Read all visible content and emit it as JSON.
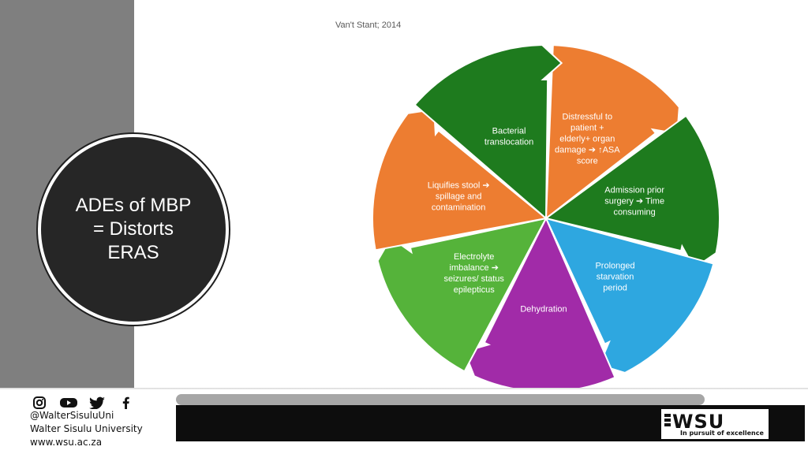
{
  "citation": "Van't Stant; 2014",
  "title": "ADEs of MBP\n= Distorts\nERAS",
  "cycle": {
    "segments": [
      {
        "label_lines": [
          "Distressful to",
          "patient +",
          "elderly+ organ",
          "damage ➔ ↑ASA",
          "score"
        ],
        "color": "#ED7D31"
      },
      {
        "label_lines": [
          "Admission prior",
          "surgery ➔ Time",
          "consuming"
        ],
        "color": "#1E7B1E"
      },
      {
        "label_lines": [
          "Prolonged",
          "starvation",
          "period"
        ],
        "color": "#2EA7E0"
      },
      {
        "label_lines": [
          "Dehydration"
        ],
        "color": "#A12BA8"
      },
      {
        "label_lines": [
          "Electrolyte",
          "imbalance ➔",
          "seizures/ status",
          "epilepticus"
        ],
        "color": "#55B33A"
      },
      {
        "label_lines": [
          "Liquifies stool ➔",
          "spillage and",
          "contamination"
        ],
        "color": "#ED7D31"
      },
      {
        "label_lines": [
          "Bacterial",
          "translocation"
        ],
        "color": "#1E7B1E"
      }
    ]
  },
  "footer": {
    "handle": "@WalterSisuluUni",
    "university": "Walter Sisulu University",
    "website": "www.wsu.ac.za",
    "logo_text": "WSU",
    "tagline": "In pursuit of excellence",
    "social_icons": [
      "instagram-icon",
      "youtube-icon",
      "twitter-icon",
      "facebook-icon"
    ]
  }
}
